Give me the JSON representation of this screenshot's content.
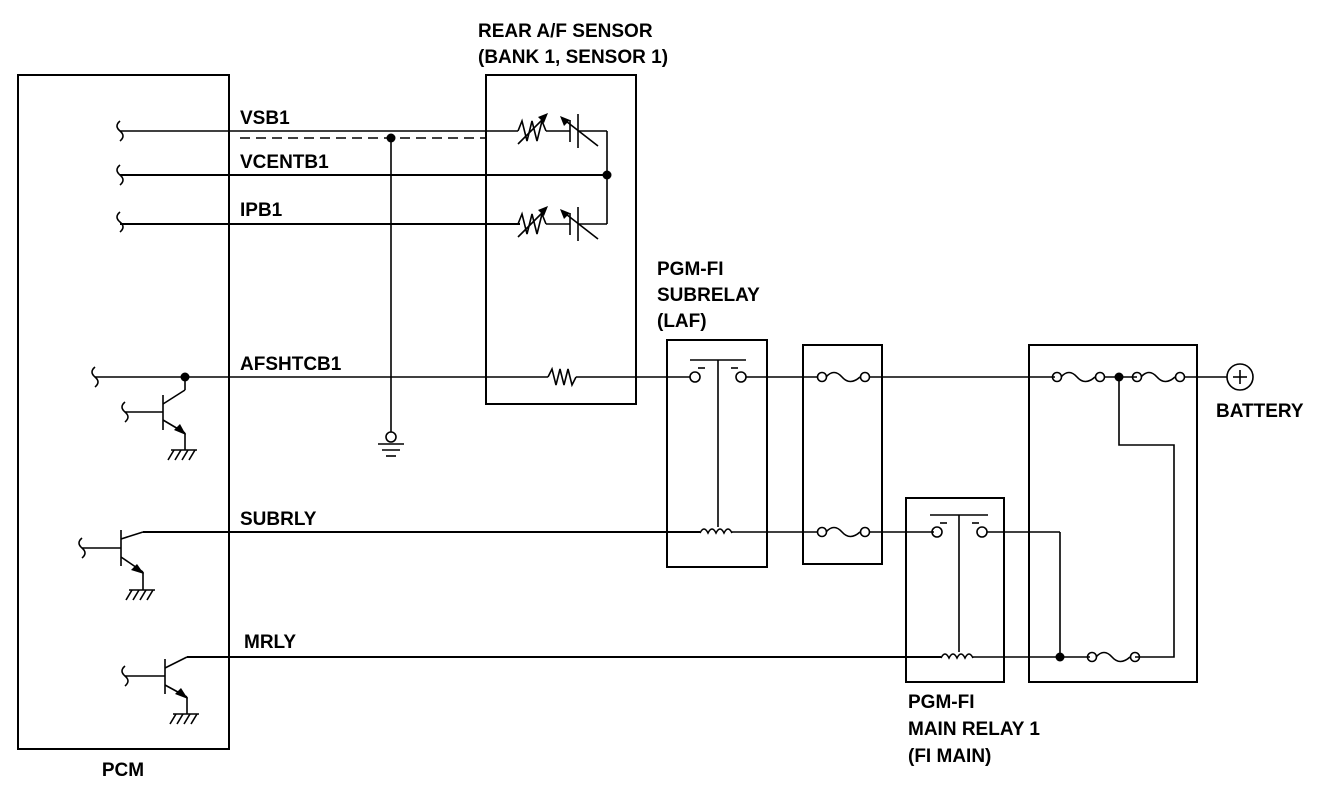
{
  "components": {
    "pcm": "PCM",
    "sensor": [
      "REAR A/F SENSOR",
      "(BANK 1, SENSOR 1)"
    ],
    "subrelay": [
      "PGM-FI",
      "SUBRELAY",
      "(LAF)"
    ],
    "main_relay": [
      "PGM-FI",
      "MAIN RELAY 1",
      "(FI MAIN)"
    ],
    "battery": "BATTERY"
  },
  "wires": {
    "vsb1": "VSB1",
    "vcentb1": "VCENTB1",
    "ipb1": "IPB1",
    "afshtcb1": "AFSHTCB1",
    "subrly": "SUBRLY",
    "mrly": "MRLY"
  }
}
